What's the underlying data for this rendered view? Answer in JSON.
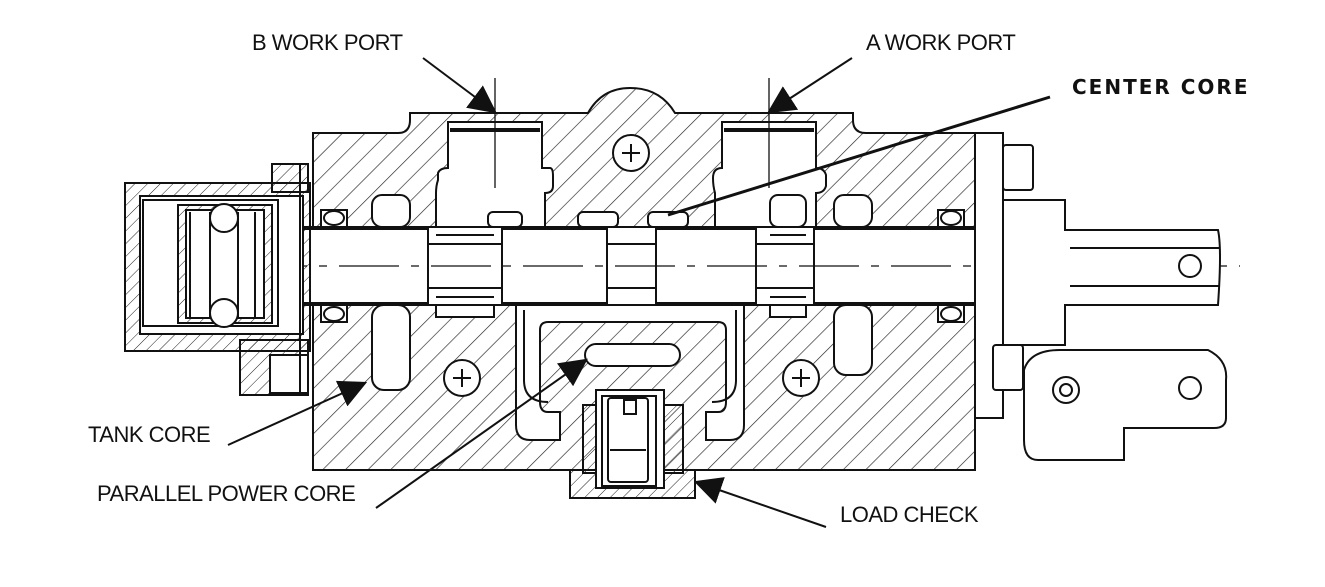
{
  "labels": {
    "b_work_port": "B WORK PORT",
    "a_work_port": "A WORK PORT",
    "center_core": "CENTER CORE",
    "tank_core": "TANK CORE",
    "parallel_power_core": "PARALLEL POWER CORE",
    "load_check": "LOAD CHECK"
  },
  "colors": {
    "line": "#111111",
    "hatch": "#222222",
    "background": "#ffffff"
  }
}
